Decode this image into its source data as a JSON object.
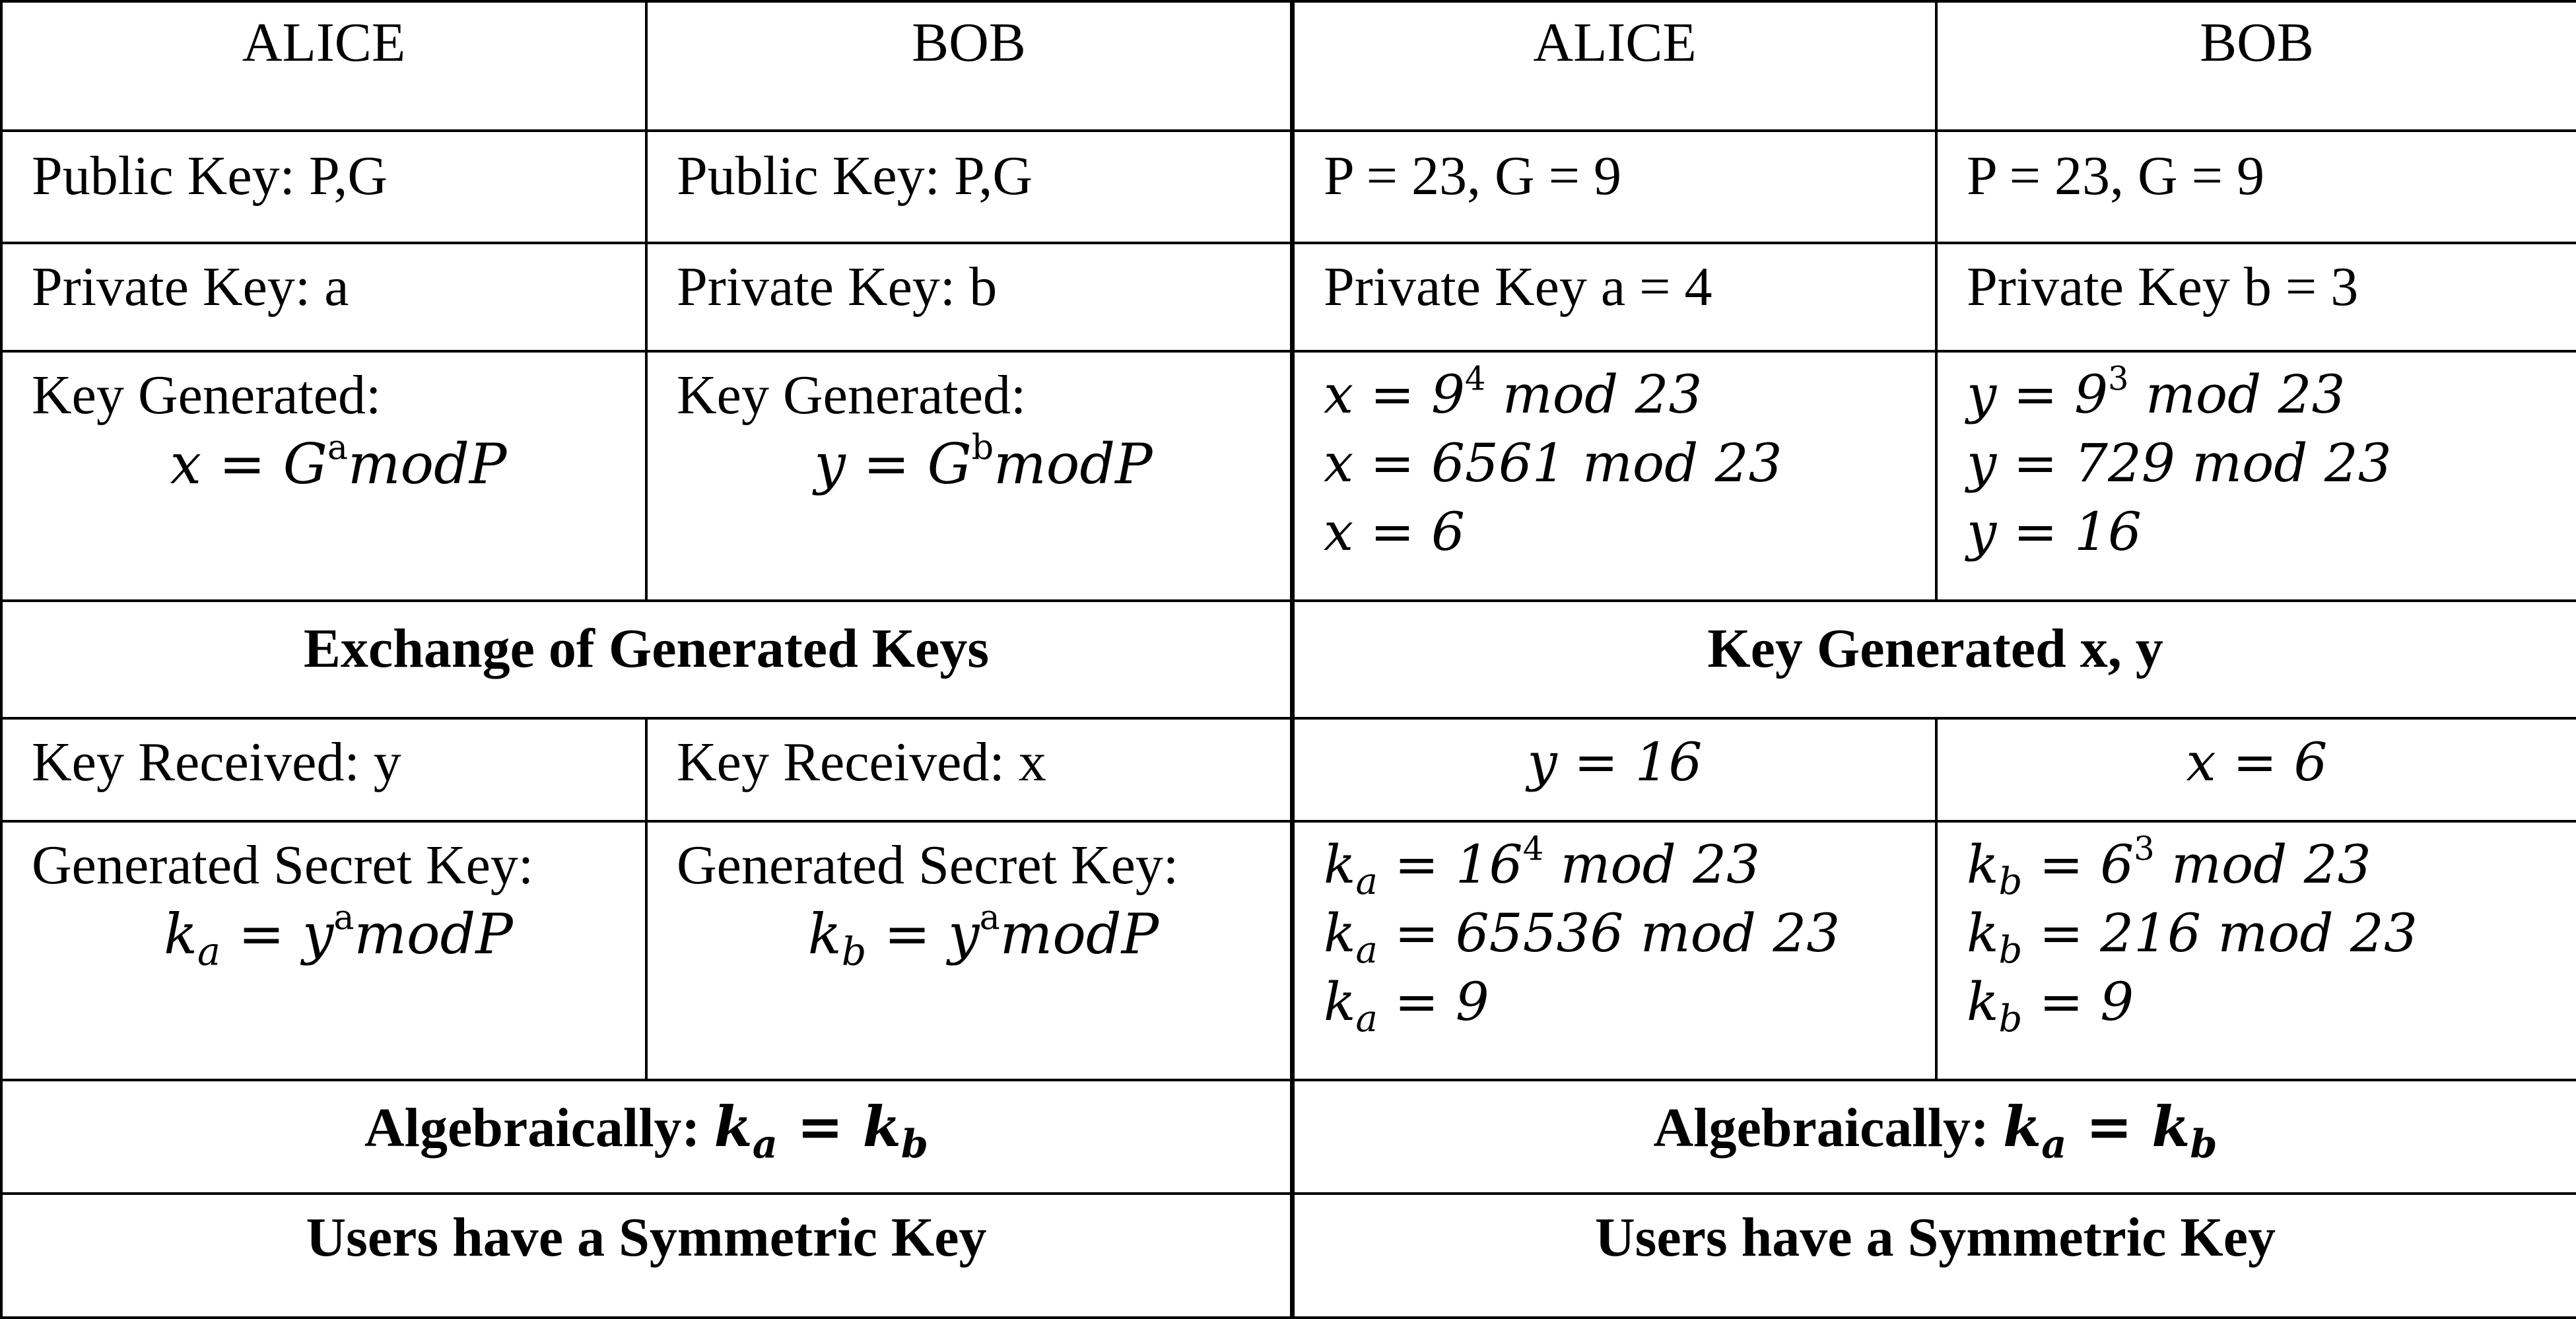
{
  "left": {
    "headers": {
      "alice": "ALICE",
      "bob": "BOB"
    },
    "public_key": {
      "alice": "Public Key: P,G",
      "bob": "Public Key: P,G"
    },
    "private_key": {
      "alice": "Private Key: a",
      "bob": "Private Key: b"
    },
    "key_generated": {
      "alice_label": "Key Generated:",
      "alice_formula": {
        "var": "x",
        "base": "G",
        "exp": "a",
        "tail": "modP"
      },
      "bob_label": "Key Generated:",
      "bob_formula": {
        "var": "y",
        "base": "G",
        "exp": "b",
        "tail": "modP"
      }
    },
    "exchange": "Exchange of Generated Keys",
    "key_received": {
      "alice": "Key Received: y",
      "bob": "Key Received: x"
    },
    "secret": {
      "alice_label": "Generated Secret Key:",
      "alice_formula": {
        "k": "k",
        "sub": "a",
        "base": "y",
        "exp": "a",
        "tail": "modP"
      },
      "bob_label": "Generated Secret Key:",
      "bob_formula": {
        "k": "k",
        "sub": "b",
        "base": "y",
        "exp": "a",
        "tail": "modP"
      }
    },
    "algebraic": {
      "prefix": "Algebraically:",
      "lhs_sub": "a",
      "rhs_sub": "b"
    },
    "footer": "Users have a Symmetric Key"
  },
  "right": {
    "headers": {
      "alice": "ALICE",
      "bob": "BOB"
    },
    "public_values": {
      "alice": "P = 23, G = 9",
      "bob": "P = 23, G = 9"
    },
    "private_values": {
      "alice": "Private Key a = 4",
      "bob": "Private Key b = 3"
    },
    "alice_calc": {
      "l1_base": "9",
      "l1_exp": "4",
      "l1_tail": "mod 23",
      "l2_value": "6561",
      "l2_tail": "mod 23",
      "l3_value": "6"
    },
    "bob_calc": {
      "l1_base": "9",
      "l1_exp": "3",
      "l1_tail": "mod 23",
      "l2_value": "729",
      "l2_tail": "mod 23",
      "l3_value": "16"
    },
    "key_generated": "Key Generated x, y",
    "received": {
      "alice_value": "16",
      "bob_value": "6"
    },
    "alice_secret": {
      "l1_base": "16",
      "l1_exp": "4",
      "l1_tail": "mod 23",
      "l2_value": "65536",
      "l2_tail": "mod 23",
      "l3_value": "9"
    },
    "bob_secret": {
      "l1_base": "6",
      "l1_exp": "3",
      "l1_tail": "mod 23",
      "l2_value": "216",
      "l2_tail": "mod 23",
      "l3_value": "9"
    },
    "algebraic": {
      "prefix": "Algebraically:",
      "lhs_sub": "a",
      "rhs_sub": "b"
    },
    "footer": "Users have a Symmetric Key"
  }
}
